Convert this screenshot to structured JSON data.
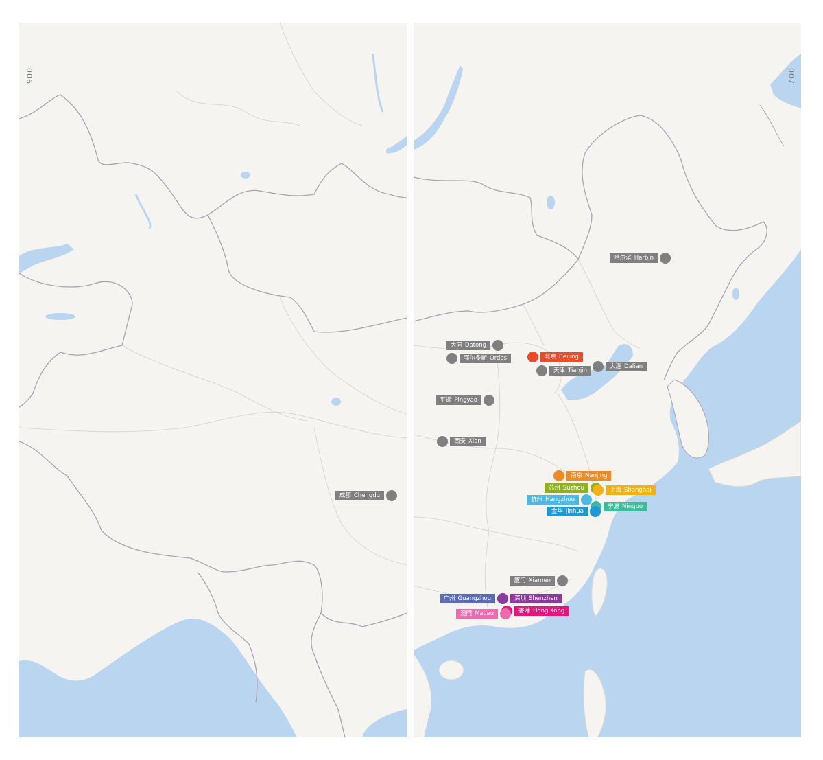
{
  "pages": {
    "left": "006",
    "right": "007"
  },
  "colors": {
    "land": "#f6f4f1",
    "water": "#b9d5ef",
    "border_country": "#a8a3b0",
    "border_region": "#d9d6d2",
    "label_default": "#808080"
  },
  "left_cities": [
    {
      "id": "chengdu",
      "cn": "成都",
      "en": "Chengdu",
      "color": "#808080",
      "label_color": "#808080"
    }
  ],
  "right_cities": [
    {
      "id": "harbin",
      "cn": "哈尔滨",
      "en": "Harbin",
      "color": "#808080",
      "label_color": "#808080"
    },
    {
      "id": "datong",
      "cn": "大同",
      "en": "Datong",
      "color": "#808080",
      "label_color": "#808080"
    },
    {
      "id": "ordos",
      "cn": "鄂尔多斯",
      "en": "Ordos",
      "color": "#808080",
      "label_color": "#808080"
    },
    {
      "id": "beijing",
      "cn": "北京",
      "en": "Beijing",
      "color": "#ec4b2c",
      "label_color": "#ec4b2c"
    },
    {
      "id": "tianjin",
      "cn": "天津",
      "en": "Tianjin",
      "color": "#808080",
      "label_color": "#808080"
    },
    {
      "id": "dalian",
      "cn": "大连",
      "en": "Dalian",
      "color": "#808080",
      "label_color": "#808080"
    },
    {
      "id": "pingyao",
      "cn": "平遥",
      "en": "Pingyao",
      "color": "#808080",
      "label_color": "#808080"
    },
    {
      "id": "xian",
      "cn": "西安",
      "en": "Xian",
      "color": "#808080",
      "label_color": "#808080"
    },
    {
      "id": "nanjing",
      "cn": "南京",
      "en": "Nanjing",
      "color": "#f08a24",
      "label_color": "#f08a24"
    },
    {
      "id": "suzhou",
      "cn": "苏州",
      "en": "Suzhou",
      "color": "#8db21e",
      "label_color": "#8db21e"
    },
    {
      "id": "shanghai",
      "cn": "上海",
      "en": "Shanghai",
      "color": "#f2b116",
      "label_color": "#f2b116"
    },
    {
      "id": "hangzhou",
      "cn": "杭州",
      "en": "Hangzhou",
      "color": "#4fb8e2",
      "label_color": "#4fb8e2"
    },
    {
      "id": "ningbo",
      "cn": "宁波",
      "en": "Ningbo",
      "color": "#3dbb9b",
      "label_color": "#3dbb9b"
    },
    {
      "id": "jinhua",
      "cn": "金华",
      "en": "Jinhua",
      "color": "#1c99d8",
      "label_color": "#1c99d8"
    },
    {
      "id": "xiamen",
      "cn": "厦门",
      "en": "Xiamen",
      "color": "#808080",
      "label_color": "#808080"
    },
    {
      "id": "guangzhou",
      "cn": "广州",
      "en": "Guangzhou",
      "color": "#5b6cb6",
      "label_color": "#5b6cb6"
    },
    {
      "id": "shenzhen",
      "cn": "深圳",
      "en": "Shenzhen",
      "color": "#8c3a9b",
      "label_color": "#8c3a9b"
    },
    {
      "id": "hongkong",
      "cn": "香港",
      "en": "Hong Kong",
      "color": "#e4167d",
      "label_color": "#e4167d"
    },
    {
      "id": "macau",
      "cn": "澳門",
      "en": "Macau",
      "color": "#ee6aae",
      "label_color": "#ee6aae"
    }
  ]
}
